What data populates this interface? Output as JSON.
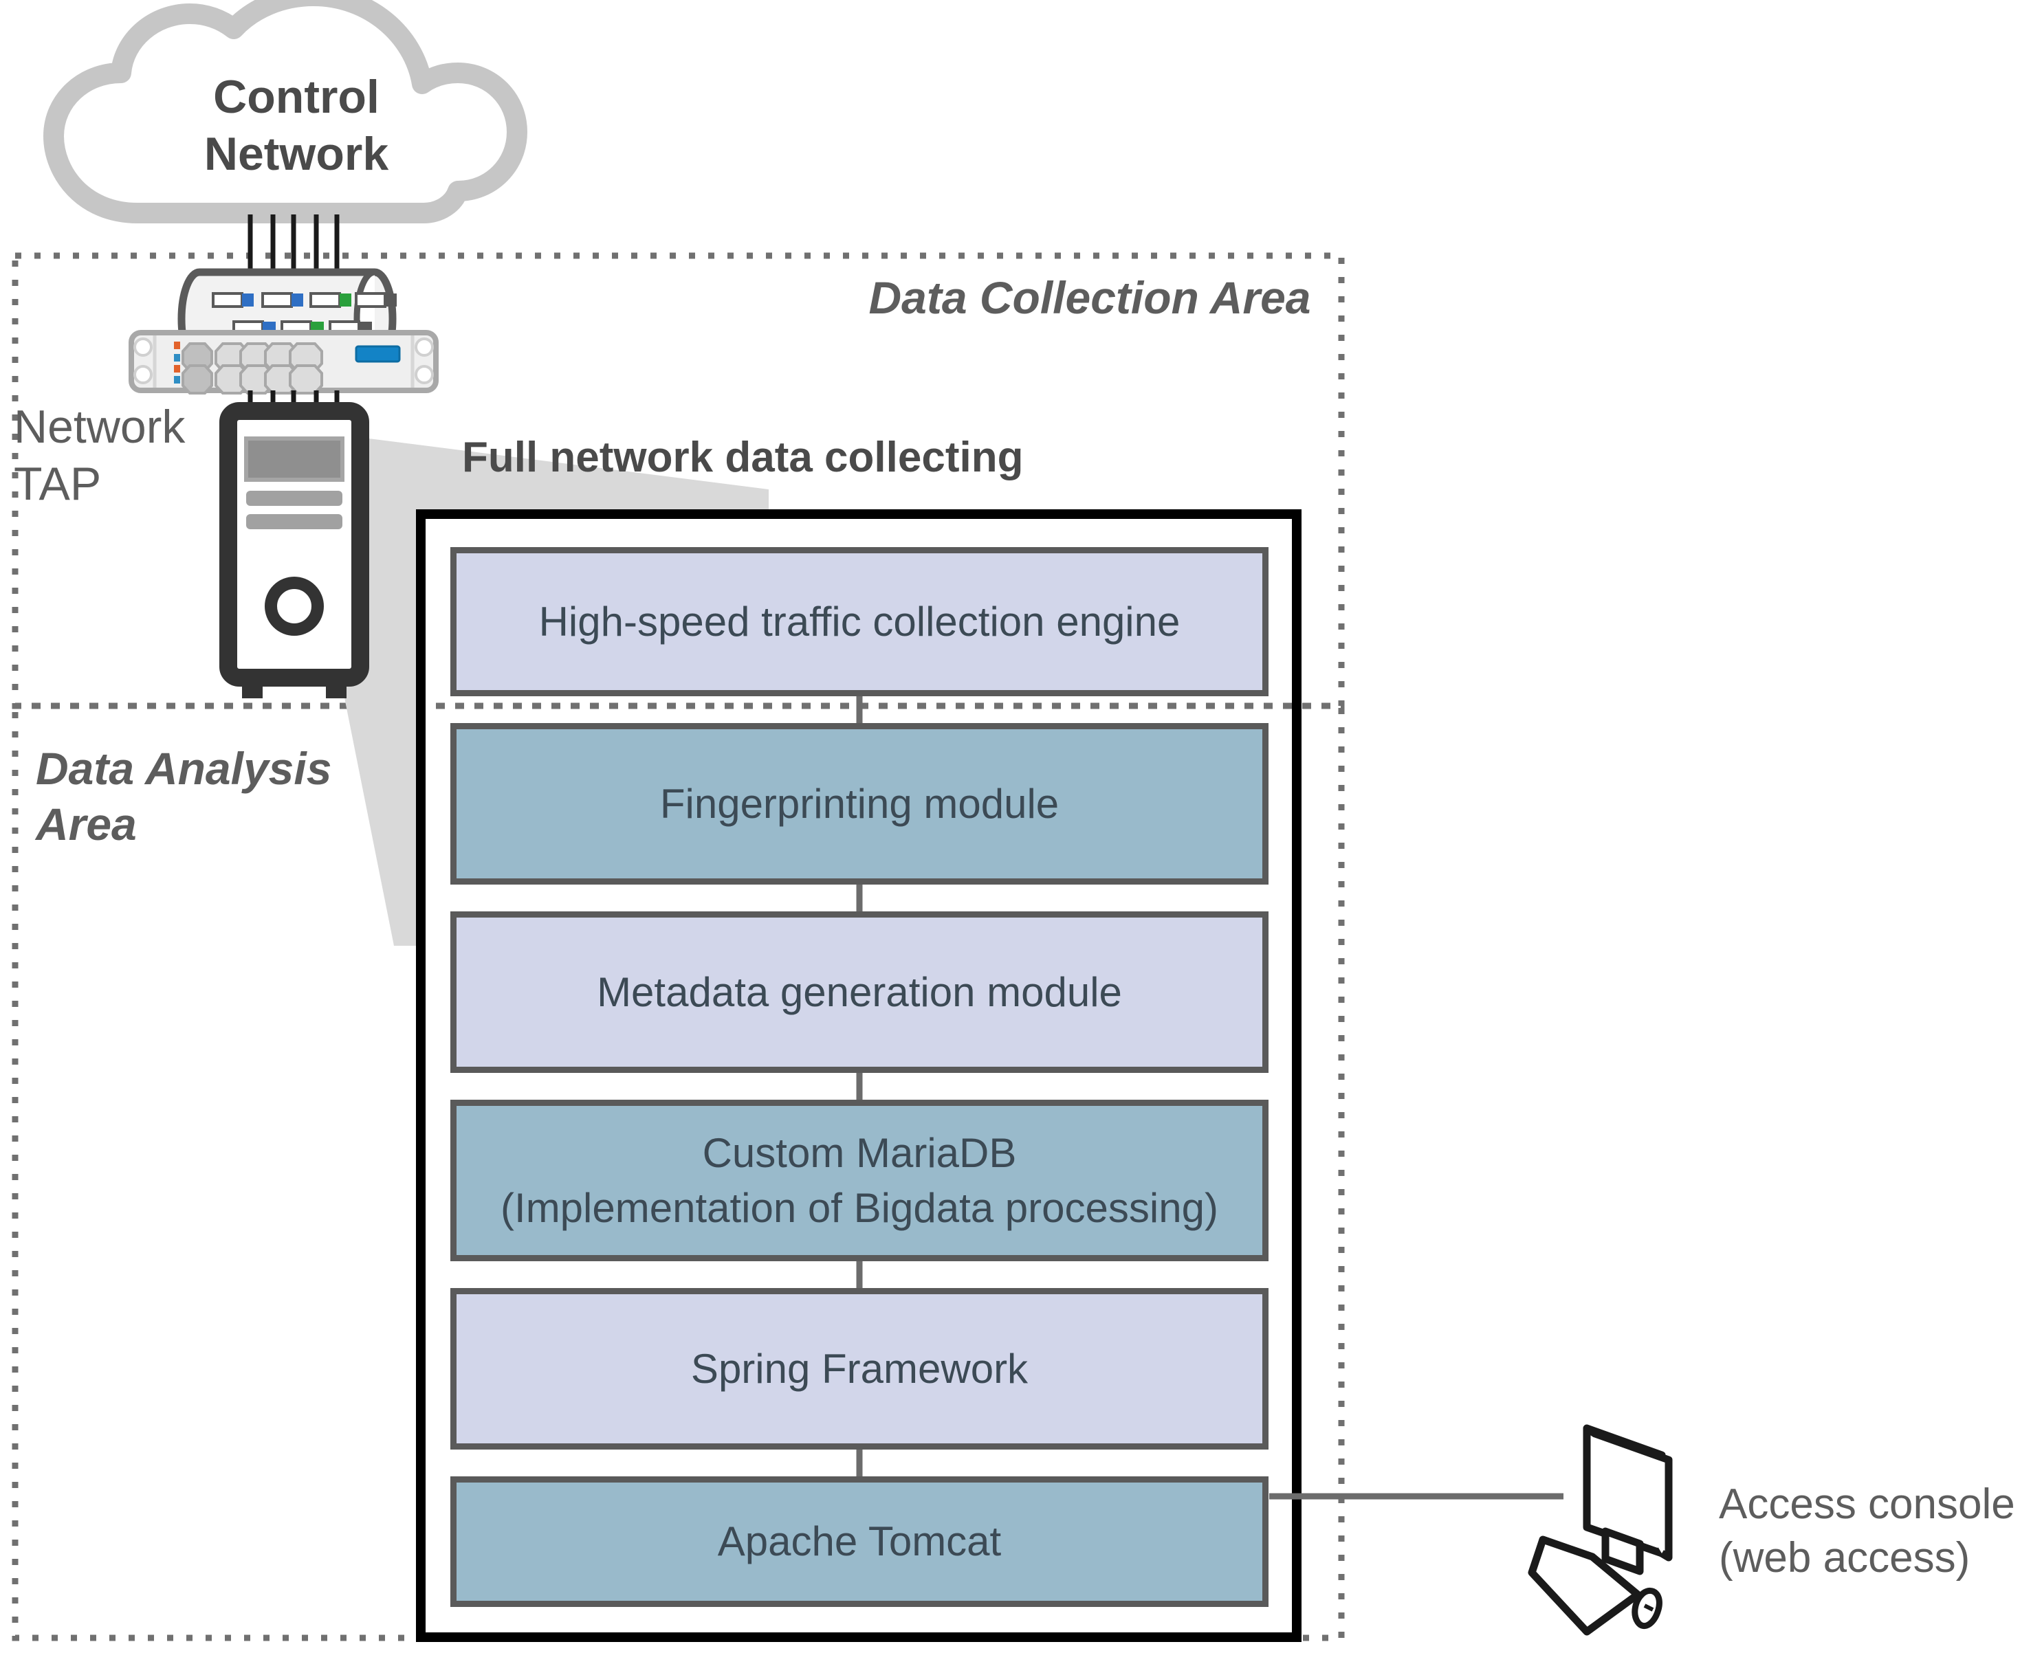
{
  "diagram": {
    "title_labels": {
      "cloud": "Control\nNetwork",
      "network_tap": "Network\nTAP",
      "data_collection_area": "Data Collection Area",
      "data_analysis_area": "Data Analysis\nArea",
      "full_network_data_collecting": "Full network data collecting",
      "access_console": "Access console\n(web access)"
    },
    "colors": {
      "light_box_fill": "#d2d6ea",
      "dark_box_fill": "#99bacb",
      "box_border": "#5a5a5a",
      "cloud_stroke": "#c6c6c6",
      "text_gray": "#5d5d5d",
      "box_text": "#3c4a55",
      "container_border": "#000000",
      "funnel_fill": "#d9d9d9",
      "dotted_border": "#707070"
    },
    "stack": {
      "boxes": [
        {
          "label": "High-speed traffic collection engine",
          "tone": "light"
        },
        {
          "label": "Fingerprinting  module",
          "tone": "dark"
        },
        {
          "label": "Metadata generation module",
          "tone": "light"
        },
        {
          "label": "Custom MariaDB\n(Implementation  of Bigdata processing)",
          "tone": "dark"
        },
        {
          "label": "Spring  Framework",
          "tone": "light"
        },
        {
          "label": "Apache Tomcat",
          "tone": "dark"
        }
      ]
    },
    "devices": {
      "switch": {
        "name": "network switch",
        "port_leds": [
          "#2f6fc4",
          "#2f6fc4",
          "#2aa03c",
          "#585858",
          "#2f6fc4",
          "#2aa03c",
          "#585858"
        ]
      },
      "tap_appliance": {
        "name": "network tap appliance",
        "display_color": "#1383c6"
      },
      "tower_pc": {
        "name": "analysis server tower"
      },
      "console": {
        "name": "desktop monitor with keyboard and mouse"
      }
    }
  }
}
